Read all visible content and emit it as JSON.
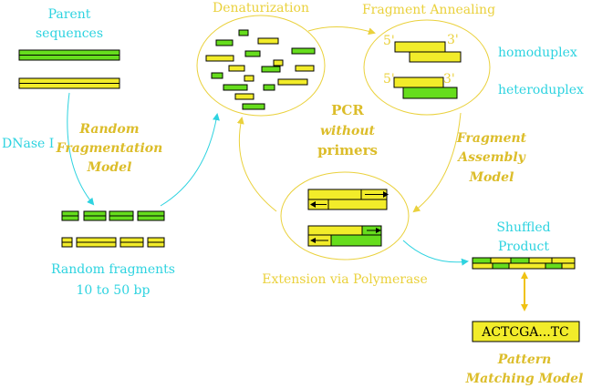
{
  "labels": {
    "parent_line1": "Parent",
    "parent_line2": "sequences",
    "dnase": "DNase I",
    "random_frag_model_l1": "Random",
    "random_frag_model_l2": "Fragmentation",
    "random_frag_model_l3": "Model",
    "random_fragments_l1": "Random fragments",
    "random_fragments_l2": "10 to 50 bp",
    "denaturization": "Denaturization",
    "fragment_annealing": "Fragment Annealing",
    "homoduplex": "homoduplex",
    "heteroduplex": "heteroduplex",
    "five_prime": "5'",
    "three_prime": "3'",
    "pcr_l1": "PCR",
    "pcr_l2": "without",
    "pcr_l3": "primers",
    "fragment_assembly_l1": "Fragment",
    "fragment_assembly_l2": "Assembly",
    "fragment_assembly_l3": "Model",
    "extension": "Extension via Polymerase",
    "shuffled_l1": "Shuffled",
    "shuffled_l2": "Product",
    "sequence": "ACTCGA...TC",
    "pattern_l1": "Pattern",
    "pattern_l2": "Matching Model"
  },
  "colors": {
    "cyan": "#2ed3e0",
    "yellow_text": "#ead13c",
    "gold_text": "#dcbd2a",
    "strand_yellow": "#f2ec2a",
    "strand_green": "#66dd1d"
  }
}
